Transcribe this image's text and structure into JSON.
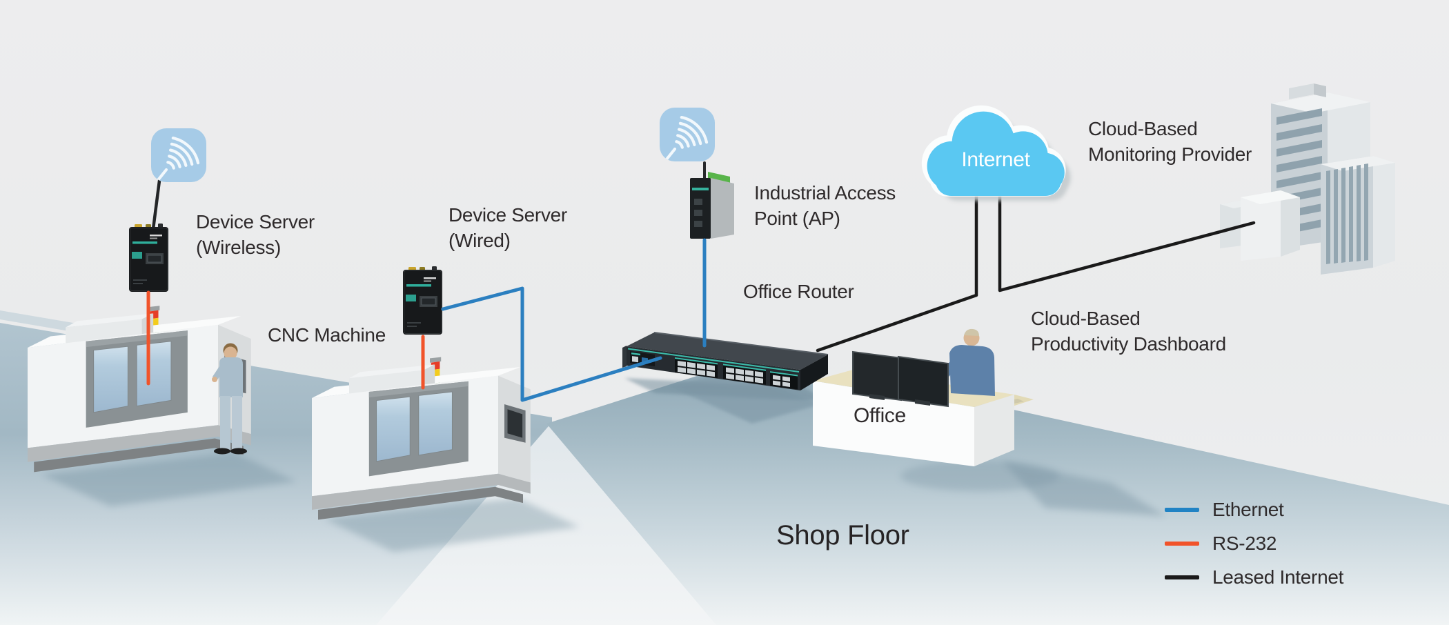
{
  "labels": {
    "device_server_wireless": {
      "line1": "Device Server",
      "line2": "(Wireless)"
    },
    "device_server_wired": {
      "line1": "Device Server",
      "line2": "(Wired)"
    },
    "cnc_machine": "CNC Machine",
    "industrial_ap": {
      "line1": "Industrial Access",
      "line2": "Point (AP)"
    },
    "office_router": "Office Router",
    "internet": "Internet",
    "cloud_monitoring": {
      "line1": "Cloud-Based",
      "line2": "Monitoring Provider"
    },
    "cloud_dashboard": {
      "line1": "Cloud-Based",
      "line2": "Productivity Dashboard"
    },
    "office": "Office",
    "shop_floor": "Shop Floor"
  },
  "legend": {
    "items": [
      {
        "label": "Ethernet",
        "color": "#2183c4"
      },
      {
        "label": "RS-232",
        "color": "#f1532a"
      },
      {
        "label": "Leased Internet",
        "color": "#1a1a1a"
      }
    ]
  },
  "colors": {
    "ethernet": "#2b7fc0",
    "rs232": "#f1532a",
    "leased_internet": "#1a1a1a",
    "cloud_blue_top": "#5ac8f2",
    "cloud_blue_bottom": "#1f9ad6",
    "wifi_icon": "#a6cbe7"
  }
}
